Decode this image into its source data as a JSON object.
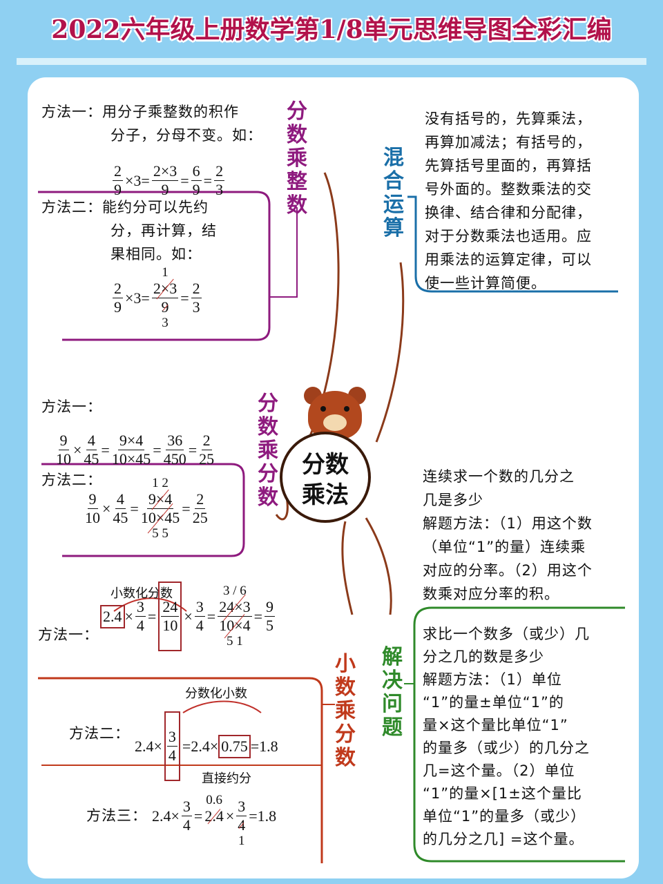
{
  "title": "2022六年级上册数学第1/8单元思维导图全彩汇编",
  "colors": {
    "purple": "#8e1a7e",
    "blue": "#1a6fa8",
    "green": "#2f8a2a",
    "red": "#c0391b",
    "branch": "#8b3a1a",
    "title": "#b2124b"
  },
  "center": {
    "line1": "分数",
    "line2": "乘法",
    "icon": "bear-icon"
  },
  "branches": {
    "frac_int": {
      "label": "分数乘整数",
      "m1_text": [
        "方法一：用分子乘整数的积作",
        "分子，分母不变。如："
      ],
      "m1_expr": [
        {
          "n": "2",
          "d": "9"
        },
        "×3=",
        {
          "n": "2×3",
          "d": "9"
        },
        "=",
        {
          "n": "6",
          "d": "9"
        },
        "=",
        {
          "n": "2",
          "d": "3"
        }
      ],
      "m2_text": [
        "方法二：能约分可以先约",
        "分，再计算，结",
        "果相同。如："
      ],
      "m2_expr": [
        {
          "n": "2",
          "d": "9"
        },
        "×3=",
        {
          "n": "2×3",
          "d": "9",
          "t": "1",
          "b": "3",
          "sn": true,
          "sd": true
        },
        "=",
        {
          "n": "2",
          "d": "3"
        }
      ]
    },
    "mixed": {
      "label": "混合运算",
      "text": [
        "没有括号的，先算乘法，",
        "再算加减法；有括号的，",
        "先算括号里面的，再算括",
        "号外面的。整数乘法的交",
        "换律、结合律和分配律，",
        "对于分数乘法也适用。应",
        "用乘法的运算定律，可以",
        "使一些计算简便。"
      ]
    },
    "frac_frac": {
      "label": "分数乘分数",
      "m1_title": "方法一：",
      "m1_expr": [
        {
          "n": "9",
          "d": "10"
        },
        "×",
        {
          "n": "4",
          "d": "45"
        },
        "=",
        {
          "n": "9×4",
          "d": "10×45"
        },
        "=",
        {
          "n": "36",
          "d": "450"
        },
        "=",
        {
          "n": "2",
          "d": "25"
        }
      ],
      "m2_title": "方法二：",
      "m2_expr": [
        {
          "n": "9",
          "d": "10"
        },
        "×",
        {
          "n": "4",
          "d": "45"
        },
        "=",
        {
          "n": "9×4",
          "d": "10×45",
          "t": "1  2",
          "b": "5  5",
          "sn": true,
          "sd": true
        },
        "=",
        {
          "n": "2",
          "d": "25"
        }
      ]
    },
    "problems": {
      "label": "解决问题",
      "p1": [
        "连续求一个数的几分之",
        "几是多少",
        "解题方法：（1）用这个数",
        "（单位“1”的量）连续乘",
        "对应的分率。（2）用这个",
        "数乘对应分率的积。"
      ],
      "p2": [
        "求比一个数多（或少）几",
        "分之几的数是多少",
        "解题方法：（1）单位",
        "“1”的量±单位“1”的",
        "量×这个量比单位“1”",
        "的量多（或少）的几分之",
        "几=这个量。（2）单位",
        "“1”的量×[1±这个量比",
        "单位“1”的量多（或少）",
        "的几分之几] =这个量。"
      ]
    },
    "dec_frac": {
      "label": "小数乘分数",
      "m1_note": "小数化分数",
      "m1_title": "方法一：",
      "m1_expr": [
        {
          "box": "2.4"
        },
        "×",
        {
          "n": "3",
          "d": "4"
        },
        "=",
        {
          "n": "24",
          "d": "10",
          "boxed": true
        },
        "×",
        {
          "n": "3",
          "d": "4"
        },
        "=",
        {
          "n": "24×3",
          "d": "10×4",
          "t": "3 / 6",
          "b": "5    1",
          "sn": true,
          "sd": true
        },
        "=",
        {
          "n": "9",
          "d": "5"
        }
      ],
      "m2_note": "分数化小数",
      "m2_title": "方法二：",
      "m2_expr": [
        "2.4×",
        {
          "n": "3",
          "d": "4",
          "boxed": true
        },
        "=2.4×",
        {
          "box": "0.75"
        },
        "=1.8"
      ],
      "m3_note": "直接约分",
      "m3_title": "方法三：",
      "m3_expr": [
        "2.4×",
        {
          "n": "3",
          "d": "4"
        },
        "=",
        {
          "n": "2.4",
          "t": "0.6",
          "sn": true,
          "plain": true
        },
        "×",
        {
          "n": "3",
          "d": "4",
          "b": "1",
          "sd": true
        },
        "=1.8"
      ]
    }
  }
}
